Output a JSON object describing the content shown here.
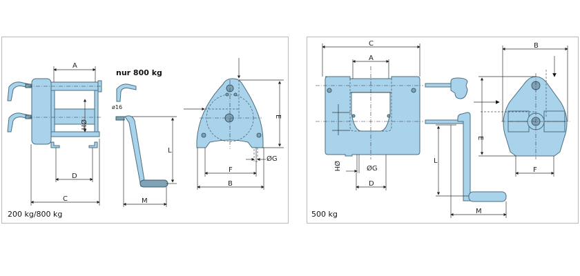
{
  "left_panel": {
    "caption": "200 kg/800 kg",
    "note": "nur 800 kg",
    "dims": {
      "A": "A",
      "B": "B",
      "C": "C",
      "D": "D",
      "E": "E",
      "F": "F",
      "L": "L",
      "M": "M",
      "H": "ØH",
      "G": "ØG",
      "d16": "ø16"
    }
  },
  "right_panel": {
    "caption": "500 kg",
    "dims": {
      "A": "A",
      "B": "B",
      "C": "C",
      "D": "D",
      "E": "E",
      "F": "F",
      "L": "L",
      "M": "M",
      "H": "ØH",
      "G": "ØG"
    }
  },
  "colors": {
    "body": "#a9d3ea",
    "outline": "#4a6d80"
  }
}
